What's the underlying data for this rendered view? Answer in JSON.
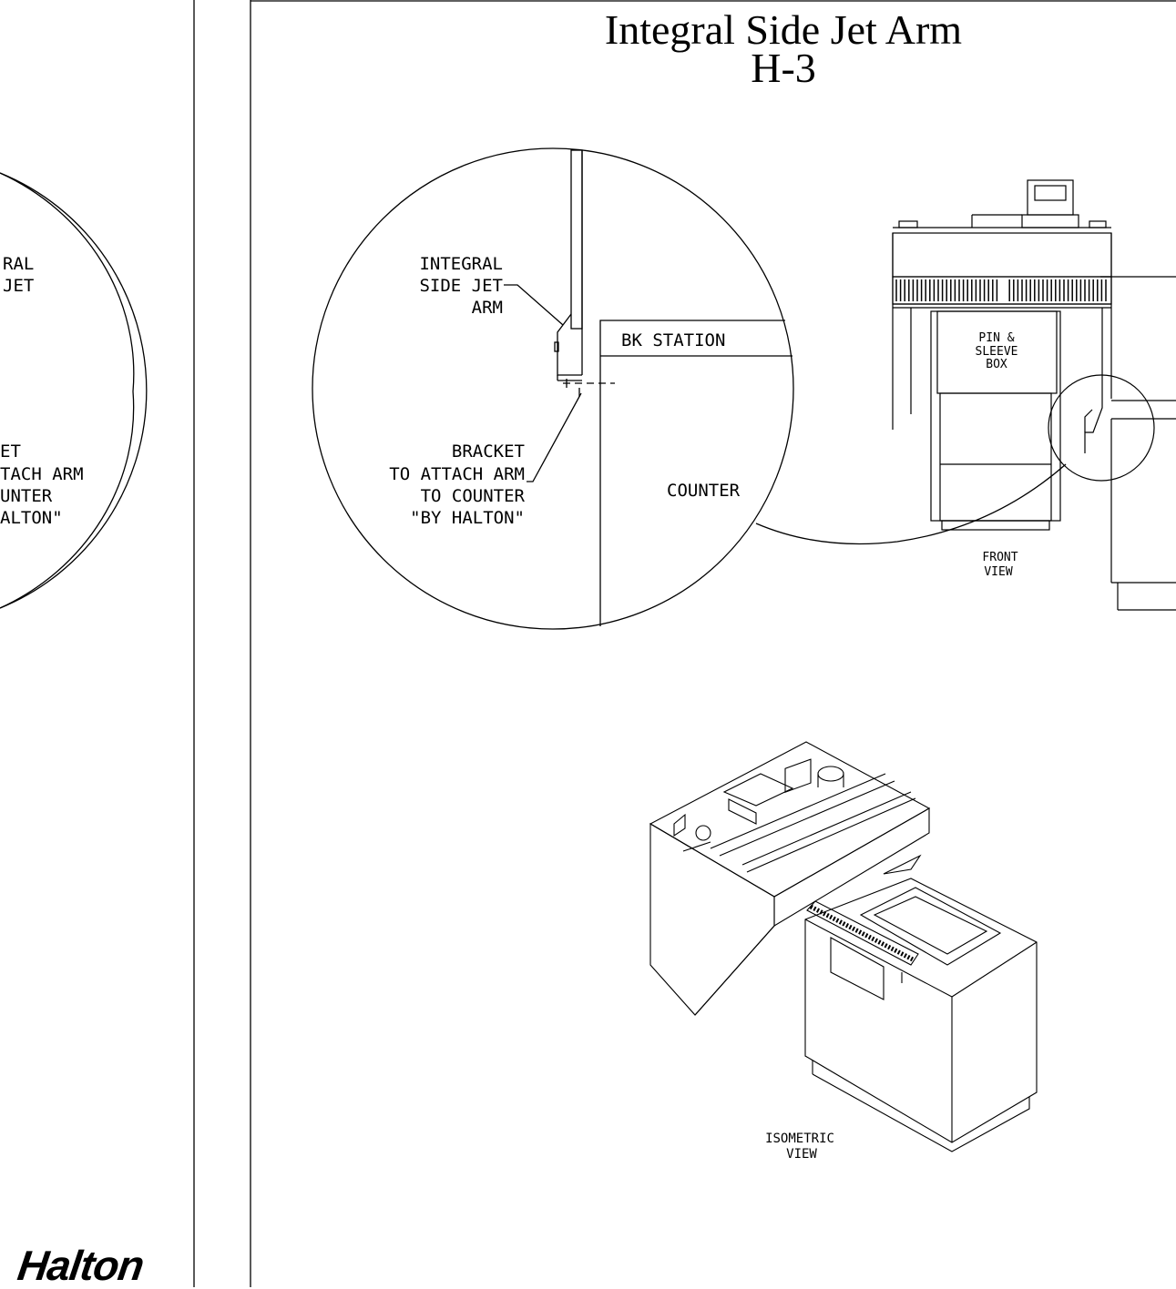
{
  "drawing": {
    "title": "Integral Side Jet Arm",
    "subtitle": "H-3"
  },
  "left_panel": {
    "labels": {
      "integral_l1": "RAL",
      "integral_l2": "JET",
      "bracket_l1": "ET",
      "bracket_l2": "TACH ARM",
      "bracket_l3": "UNTER",
      "bracket_l4": "ALTON\""
    }
  },
  "detail": {
    "integral_arm_l1": "INTEGRAL",
    "integral_arm_l2": "SIDE JET",
    "integral_arm_l3": "ARM",
    "bk_station": "BK STATION",
    "counter": "COUNTER",
    "bracket_l1": "BRACKET",
    "bracket_l2": "TO ATTACH ARM",
    "bracket_l3": "TO COUNTER",
    "bracket_l4": "\"BY HALTON\""
  },
  "front_view": {
    "pin_l1": "PIN &",
    "pin_l2": "SLEEVE",
    "pin_l3": "BOX",
    "caption_l1": "FRONT",
    "caption_l2": "VIEW"
  },
  "isometric_view": {
    "caption_l1": "ISOMETRIC",
    "caption_l2": "VIEW"
  },
  "brand": {
    "logo_text": "Halton"
  }
}
